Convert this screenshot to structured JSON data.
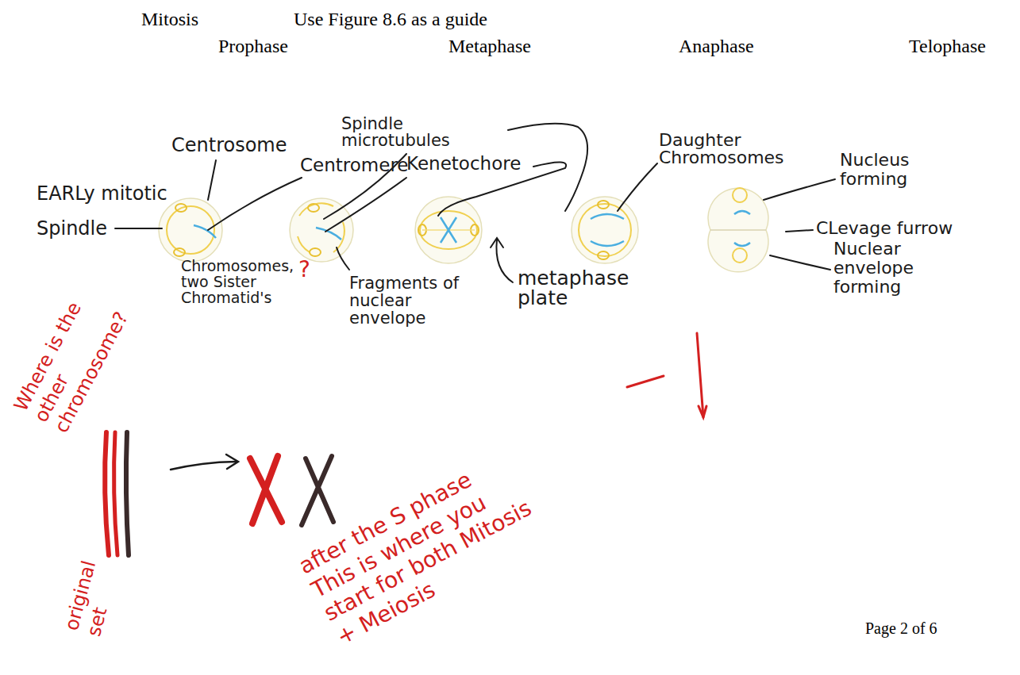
{
  "diagram": {
    "title": "Mitosis",
    "labels": [
      "Use Figure 8.6 as a guide",
      "Prophase",
      "Metaphase",
      "Anaphase",
      "Telophase",
      "Centrosome",
      "EARLy mitotic Spindle",
      "Spindle microtubules",
      "Centromere",
      "Kenetochore",
      "Daughter Chromosomes",
      "Nucleus forming",
      "CLevage furrow",
      "Nuclear envelope forming",
      "Chromosomes, two Sister Chromatid's",
      "Fragments of nuclear envelope",
      "metaphase plate",
      "?",
      "Where is the other chromosome?",
      "original set",
      "after the S phase This is where you start for both Mitosis + Meiosis",
      "Page 2 of 6"
    ]
  }
}
